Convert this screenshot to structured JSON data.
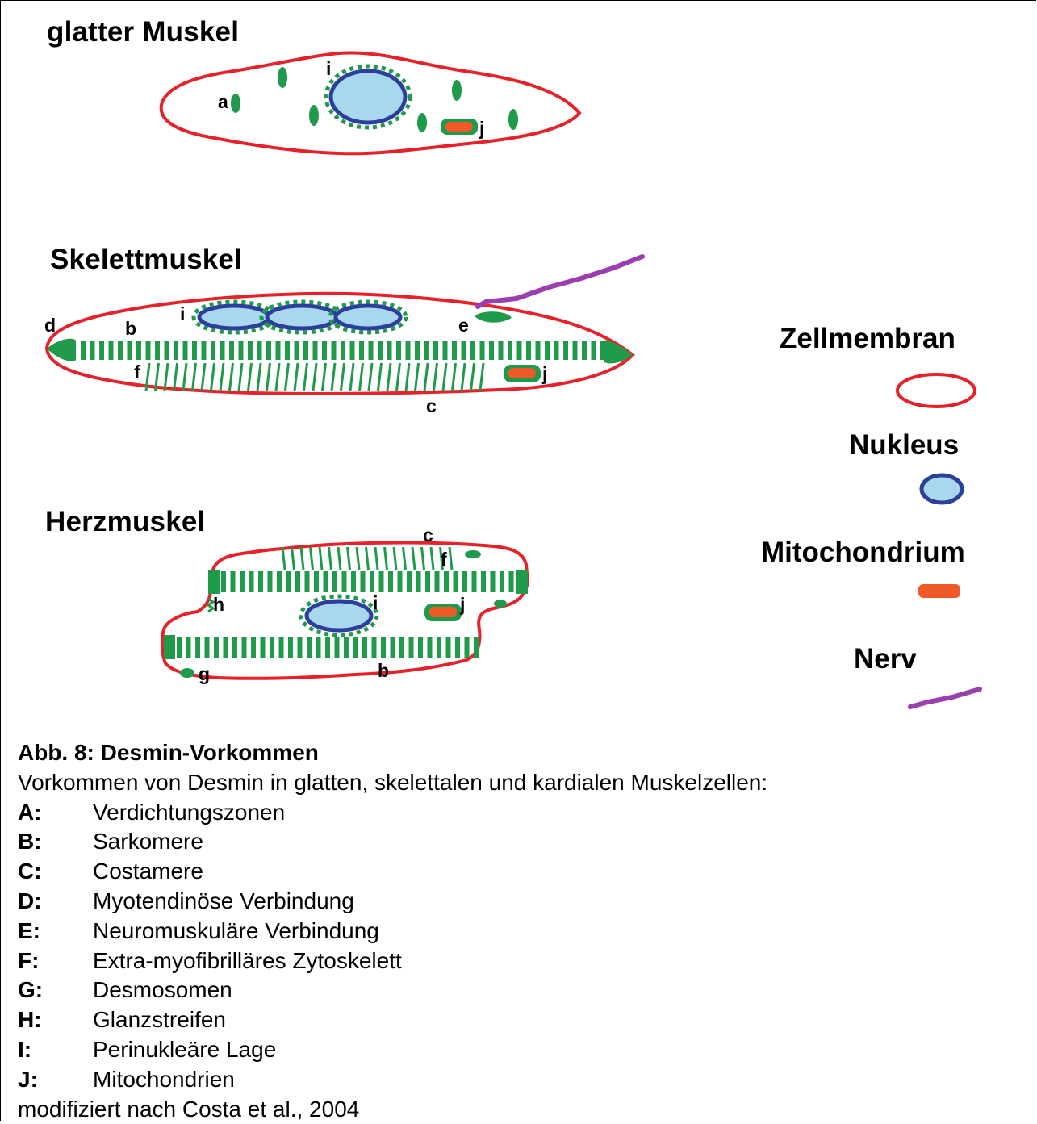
{
  "figure": {
    "panels": {
      "smooth": "glatter Muskel",
      "skeletal": "Skelettmuskel",
      "cardiac": "Herzmuskel"
    },
    "labels": {
      "smooth": [
        "a",
        "i",
        "j"
      ],
      "skeletal": [
        "d",
        "b",
        "i",
        "e",
        "f",
        "j",
        "c"
      ],
      "cardiac": [
        "c",
        "f",
        "h",
        "i",
        "j",
        "g",
        "b"
      ]
    },
    "legend": [
      {
        "label": "Zellmembran",
        "color": "#e8202a"
      },
      {
        "label": "Nukleus",
        "color": "#2c3f9c"
      },
      {
        "label": "Mitochondrium",
        "color": "#f05a28"
      },
      {
        "label": "Nerv",
        "color": "#9b3fb0"
      }
    ],
    "colors": {
      "membrane": "#e8202a",
      "nucleus_fill": "#a9d8ee",
      "nucleus_border": "#2c3f9c",
      "desmin": "#1f9a4a",
      "mitochondrium": "#f05a28",
      "nerve": "#9b3fb0"
    }
  },
  "caption": {
    "title": "Abb. 8: Desmin-Vorkommen",
    "intro": "Vorkommen von Desmin in glatten, skelettalen und kardialen Muskelzellen:",
    "items": [
      {
        "key": "A:",
        "text": "Verdichtungszonen"
      },
      {
        "key": "B:",
        "text": "Sarkomere"
      },
      {
        "key": "C:",
        "text": "Costamere"
      },
      {
        "key": "D:",
        "text": "Myotendinöse Verbindung"
      },
      {
        "key": "E:",
        "text": "Neuromuskuläre Verbindung"
      },
      {
        "key": "F:",
        "text": "Extra-myofibrilläres Zytoskelett"
      },
      {
        "key": "G:",
        "text": "Desmosomen"
      },
      {
        "key": "H:",
        "text": "Glanzstreifen"
      },
      {
        "key": "I:",
        "text": "Perinukleäre Lage"
      },
      {
        "key": "J:",
        "text": "Mitochondrien"
      }
    ],
    "source": "modifiziert nach Costa et al., 2004"
  }
}
